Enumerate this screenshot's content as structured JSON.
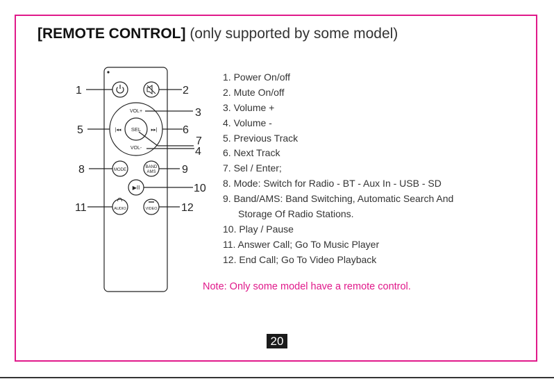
{
  "title": {
    "bold": "[REMOTE CONTROL]",
    "rest": " (only supported by some model)"
  },
  "remote": {
    "buttons": {
      "vol_plus": "VOL+",
      "vol_minus": "VOL-",
      "sel": "SEL",
      "mode": "MODE",
      "band_line1": "BAND",
      "band_line2": "AMS",
      "audio": "AUDIO",
      "video": "VIDEO",
      "prev_glyph": "|◂◂",
      "next_glyph": "▸▸|",
      "play_glyph": "▶II"
    },
    "callouts": [
      "1",
      "2",
      "3",
      "4",
      "5",
      "6",
      "7",
      "8",
      "9",
      "10",
      "11",
      "12"
    ]
  },
  "features": [
    "1. Power On/off",
    "2. Mute On/off",
    "3. Volume +",
    "4. Volume -",
    "5. Previous Track",
    "6. Next Track",
    "7. Sel / Enter;",
    "8. Mode: Switch for Radio - BT - Aux In - USB - SD",
    "9. Band/AMS: Band Switching, Automatic Search And",
    "Storage Of Radio Stations.",
    "10. Play / Pause",
    "11. Answer Call; Go To Music Player",
    "12. End Call; Go To Video Playback"
  ],
  "note": "Note: Only some model have a remote control.",
  "page_number": "20",
  "colors": {
    "accent": "#e0198a",
    "text": "#222222",
    "badge": "#1a1a1a"
  }
}
